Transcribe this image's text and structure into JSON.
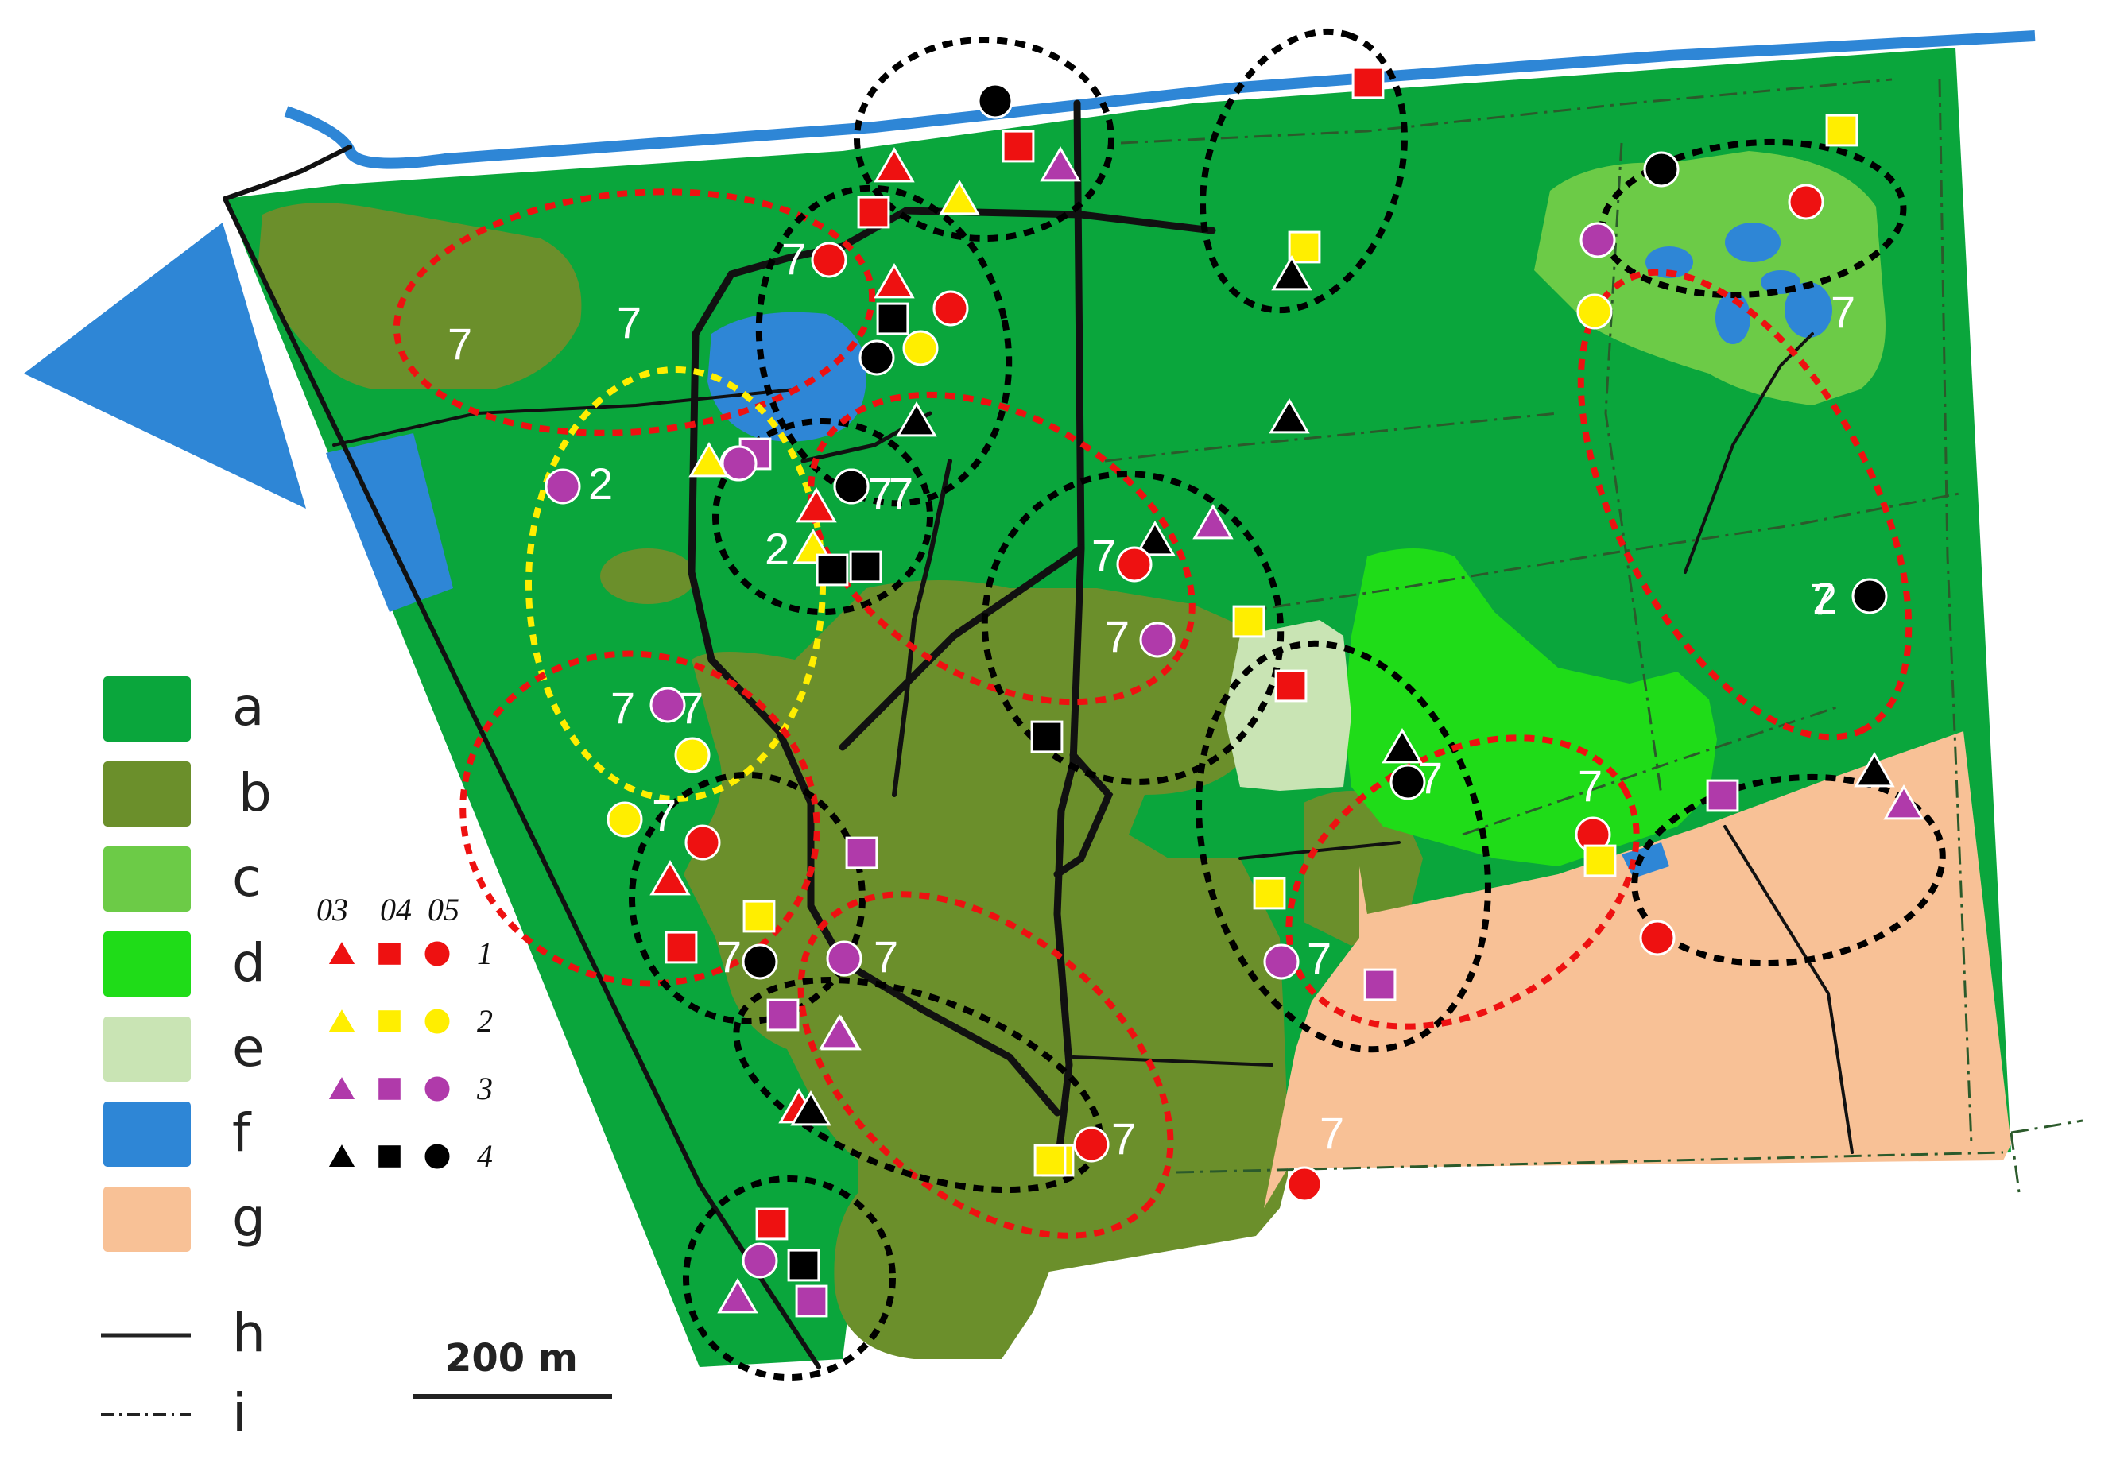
{
  "colors": {
    "a": "#0aa63c",
    "b": "#6b8f2b",
    "c": "#6ccb47",
    "d": "#1fdc18",
    "e": "#c9e4b4",
    "f": "#2e86d6",
    "g": "#f8c196",
    "series1": "#ee1111",
    "series2": "#ffee00",
    "series3": "#b03aaa",
    "series4": "#000000"
  },
  "legend": {
    "classes": [
      {
        "key": "a",
        "label": "a"
      },
      {
        "key": "b",
        "label": "b"
      },
      {
        "key": "c",
        "label": "c"
      },
      {
        "key": "d",
        "label": "d"
      },
      {
        "key": "e",
        "label": "e"
      },
      {
        "key": "f",
        "label": "f"
      },
      {
        "key": "g",
        "label": "g"
      },
      {
        "key": "h",
        "label": "h"
      },
      {
        "key": "i",
        "label": "i"
      }
    ],
    "years": [
      "03",
      "04",
      "05"
    ],
    "groups": [
      "1",
      "2",
      "3",
      "4"
    ]
  },
  "scale_label": "200 m",
  "marker_shapes": [
    "triangle",
    "square",
    "circle"
  ],
  "markers": [
    {
      "s": "c",
      "g": 4
    },
    {
      "s": "t",
      "g": 1
    },
    {
      "s": "q",
      "g": 1
    },
    {
      "s": "t",
      "g": 3
    },
    {
      "s": "q",
      "g": 1
    },
    {
      "s": "t",
      "g": 2
    },
    {
      "s": "c",
      "g": 1
    },
    {
      "s": "t",
      "g": 1
    },
    {
      "s": "c",
      "g": 1
    },
    {
      "s": "q",
      "g": 4
    },
    {
      "s": "c",
      "g": 4
    },
    {
      "s": "c",
      "g": 2
    },
    {
      "s": "t",
      "g": 4
    },
    {
      "s": "c",
      "g": 4
    },
    {
      "s": "c",
      "g": 2
    },
    {
      "s": "q",
      "g": 3
    },
    {
      "s": "t",
      "g": 2
    },
    {
      "s": "c",
      "g": 3
    },
    {
      "s": "c",
      "g": 3
    },
    {
      "s": "c",
      "g": 4
    },
    {
      "s": "t",
      "g": 1
    },
    {
      "s": "t",
      "g": 2
    },
    {
      "s": "q",
      "g": 4
    },
    {
      "s": "q",
      "g": 1
    },
    {
      "s": "q",
      "g": 2
    },
    {
      "s": "t",
      "g": 4
    },
    {
      "s": "t",
      "g": 4
    },
    {
      "s": "q",
      "g": 2
    },
    {
      "s": "q",
      "g": 2
    },
    {
      "s": "c",
      "g": 4
    },
    {
      "s": "c",
      "g": 1
    },
    {
      "s": "c",
      "g": 3
    },
    {
      "s": "c",
      "g": 2
    },
    {
      "s": "c",
      "g": 4
    },
    {
      "s": "t",
      "g": 4
    },
    {
      "s": "t",
      "g": 3
    },
    {
      "s": "c",
      "g": 1
    },
    {
      "s": "c",
      "g": 3
    },
    {
      "s": "c",
      "g": 3
    },
    {
      "s": "c",
      "g": 2
    },
    {
      "s": "c",
      "g": 2
    },
    {
      "s": "c",
      "g": 1
    },
    {
      "s": "t",
      "g": 1
    },
    {
      "s": "q",
      "g": 1
    },
    {
      "s": "q",
      "g": 2
    },
    {
      "s": "c",
      "g": 4
    },
    {
      "s": "q",
      "g": 3
    },
    {
      "s": "c",
      "g": 3
    },
    {
      "s": "q",
      "g": 3
    },
    {
      "s": "t",
      "g": 3
    },
    {
      "s": "t",
      "g": 1
    },
    {
      "s": "q",
      "g": 4
    },
    {
      "s": "q",
      "g": 1
    },
    {
      "s": "t",
      "g": 4
    },
    {
      "s": "c",
      "g": 4
    },
    {
      "s": "q",
      "g": 2
    },
    {
      "s": "c",
      "g": 3
    },
    {
      "s": "q",
      "g": 3
    },
    {
      "s": "c",
      "g": 1
    },
    {
      "s": "q",
      "g": 2
    },
    {
      "s": "q",
      "g": 3
    },
    {
      "s": "t",
      "g": 4
    },
    {
      "s": "t",
      "g": 3
    },
    {
      "s": "c",
      "g": 1
    },
    {
      "s": "q",
      "g": 2
    },
    {
      "s": "c",
      "g": 1
    },
    {
      "s": "c",
      "g": 1
    },
    {
      "s": "q",
      "g": 1
    },
    {
      "s": "c",
      "g": 3
    },
    {
      "s": "q",
      "g": 4
    },
    {
      "s": "t",
      "g": 3
    },
    {
      "s": "q",
      "g": 3
    },
    {
      "s": "q",
      "g": 2
    },
    {
      "s": "t",
      "g": 3
    },
    {
      "s": "t",
      "g": 4
    },
    {
      "s": "q",
      "g": 4
    }
  ],
  "point_labels": [
    "7",
    "7",
    "7",
    "2",
    "7",
    "2",
    "7",
    "7",
    "7",
    "7",
    "2",
    "7",
    "7",
    "7",
    "7",
    "7",
    "7",
    "7",
    "7",
    "7",
    "7",
    "7"
  ]
}
